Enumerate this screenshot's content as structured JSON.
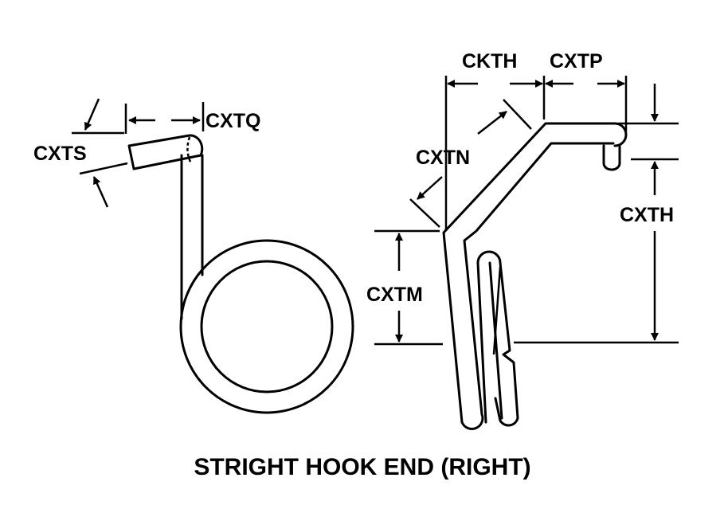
{
  "diagram": {
    "title": "STRIGHT HOOK END (RIGHT)",
    "labels": {
      "cxts": "CXTS",
      "cxtq": "CXTQ",
      "ckth": "CKTH",
      "cxtp": "CXTP",
      "cxtn": "CXTN",
      "cxtm": "CXTM",
      "cxth": "CXTH"
    }
  }
}
